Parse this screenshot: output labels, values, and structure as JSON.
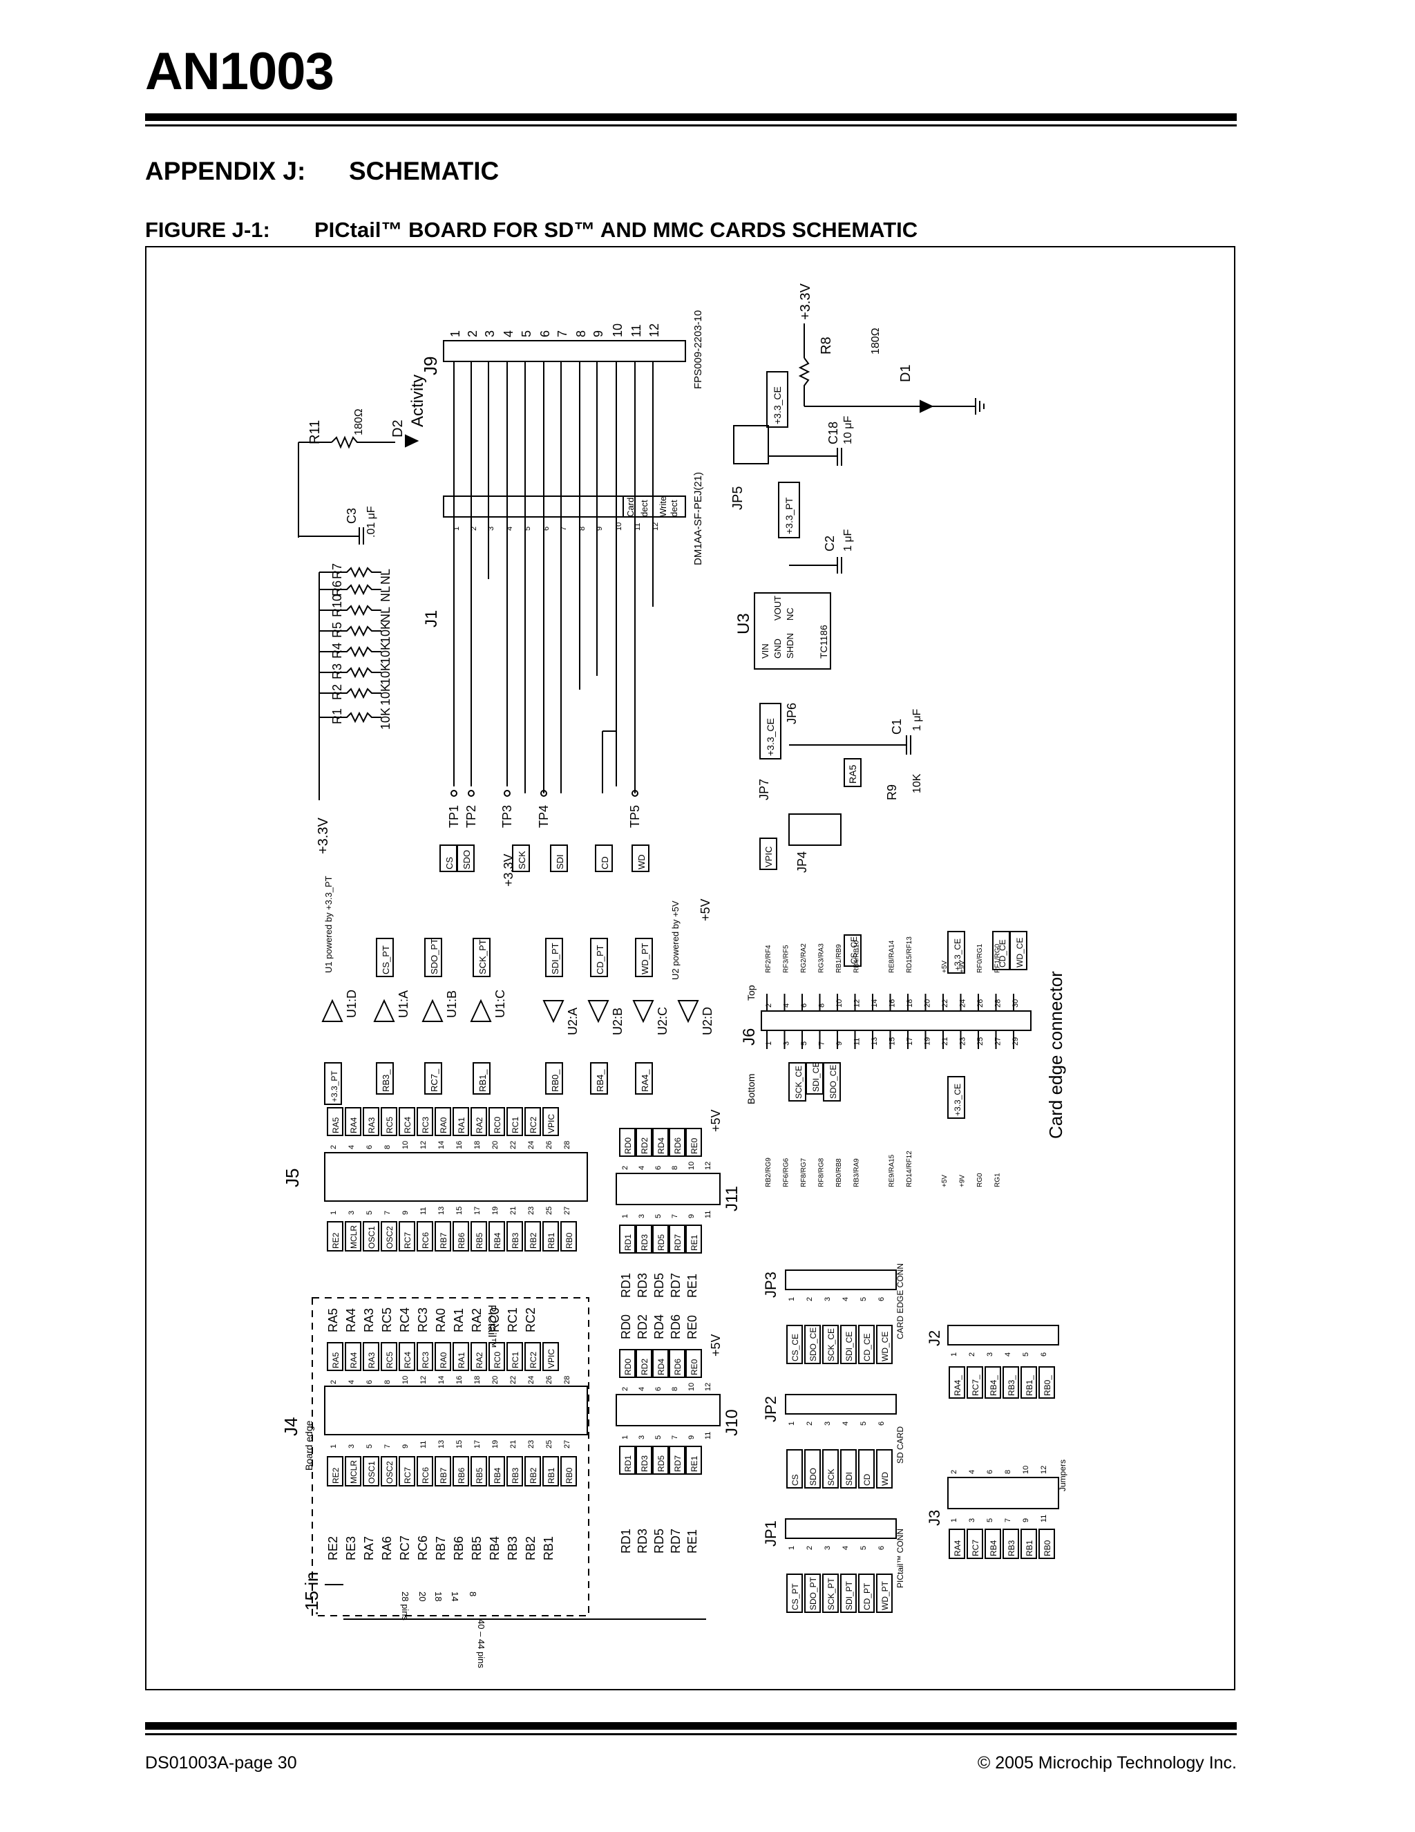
{
  "header": {
    "doc_id": "AN1003"
  },
  "appendix": {
    "label": "APPENDIX J:",
    "title": "SCHEMATIC"
  },
  "figure": {
    "label": "FIGURE J-1:",
    "title": "PICtail™ BOARD FOR SD™ AND MMC CARDS SCHEMATIC"
  },
  "schematic": {
    "supply_3v3": "+3.3V",
    "supply_5v": "+5V",
    "j9": {
      "ref": "J9",
      "part": "FPS009-2203-10",
      "pins": [
        "1",
        "2",
        "3",
        "4",
        "5",
        "6",
        "7",
        "8",
        "9",
        "10",
        "11",
        "12"
      ]
    },
    "j1": {
      "ref": "J1",
      "part": "DM1AA-SF-PEJ(21)",
      "pins": [
        "1",
        "2",
        "3",
        "4",
        "5",
        "6",
        "7",
        "8",
        "9",
        "10",
        "11",
        "12"
      ],
      "inner": [
        "Card",
        "dect",
        "Write",
        "dect"
      ]
    },
    "activity": "Activity",
    "d2": "D2",
    "d1": "D1",
    "r11": {
      "ref": "R11",
      "value": "180Ω"
    },
    "r8": {
      "ref": "R8",
      "value": "180Ω"
    },
    "c3": {
      "ref": "C3",
      "value": ".01 μF"
    },
    "pullups": [
      {
        "ref": "R7",
        "value": "NL"
      },
      {
        "ref": "R6",
        "value": "NL"
      },
      {
        "ref": "R10",
        "value": "NL"
      },
      {
        "ref": "R5",
        "value": "10K"
      },
      {
        "ref": "R4",
        "value": "10K"
      },
      {
        "ref": "R3",
        "value": "10K"
      },
      {
        "ref": "R2",
        "value": "10K"
      },
      {
        "ref": "R1",
        "value": "10K"
      }
    ],
    "test_points": [
      "TP1",
      "TP2",
      "TP3",
      "TP4",
      "TP5"
    ],
    "sd_nets": [
      "CS",
      "SDO",
      "SCK",
      "SDI",
      "CD",
      "WD"
    ],
    "jp5": "JP5",
    "jp6": "JP6",
    "jp7": "JP7",
    "jp4": "JP4",
    "ce_3v3": "+3.3_CE",
    "pt_3v3": "+3.3_PT",
    "c18": {
      "ref": "C18",
      "value": "10 μF"
    },
    "c2": {
      "ref": "C2",
      "value": "1 μF"
    },
    "c1": {
      "ref": "C1",
      "value": "1 μF"
    },
    "r9": {
      "ref": "R9",
      "value": "10K"
    },
    "u3": {
      "ref": "U3",
      "part": "TC1186",
      "pins": [
        "VIN",
        "GND",
        "SHDN",
        "VOUT",
        "NC"
      ]
    },
    "ra5": "RA5",
    "vpic": "VPIC",
    "u1_note": "U1 powered by +3.3_PT",
    "u2_note": "U2 powered by +5V",
    "u1_gates": [
      "U1:D",
      "U1:A",
      "U1:B",
      "U1:C"
    ],
    "u2_gates": [
      "U2:A",
      "U2:B",
      "U2:C",
      "U2:D"
    ],
    "u1_out": [
      "CS_PT",
      "SDO_PT",
      "SCK_PT"
    ],
    "u1_in": [
      "RB3_",
      "RC7_",
      "RB1_"
    ],
    "u2_out": [
      "RB0_",
      "RB4_",
      "RA4_"
    ],
    "u2_in": [
      "SDI_PT",
      "CD_PT",
      "WD_PT"
    ],
    "j6": {
      "ref": "J6",
      "title": "Card edge connector",
      "top": "Top",
      "bottom": "Bottom",
      "even_pins": [
        "2",
        "4",
        "6",
        "8",
        "10",
        "12",
        "14",
        "16",
        "18",
        "20",
        "22",
        "24",
        "26",
        "28",
        "30"
      ],
      "odd_pins": [
        "1",
        "3",
        "5",
        "7",
        "9",
        "11",
        "13",
        "15",
        "17",
        "19",
        "21",
        "23",
        "25",
        "27",
        "29"
      ],
      "top_labels": [
        "RF2/RF4",
        "RF3/RF5",
        "RG2/RA2",
        "RG3/RA3",
        "RB1/RB9",
        "RB4/RB10",
        "",
        "RE8/RA14",
        "RD15/RF13",
        "",
        "+5V",
        "+9V",
        "RF0/RG1",
        "RF1/RG0",
        ""
      ],
      "bottom_labels": [
        "RB2/RG9",
        "RF6/RG6",
        "RF8/RG7",
        "RF8/RG8",
        "RB0/RB8",
        "RB3/RA9",
        "",
        "RE9/RA15",
        "RD14/RF12",
        "",
        "+5V",
        "+9V",
        "RG0",
        "RG1",
        ""
      ],
      "ce_top": [
        "CS_CE",
        "+3.3_CE",
        "CD_CE",
        "WD_CE"
      ],
      "ce_bottom": [
        "SCK_CE",
        "SDI_CE",
        "SDO_CE",
        "+3.3_CE"
      ]
    },
    "j5": {
      "ref": "J5",
      "even_pins": [
        "2",
        "4",
        "6",
        "8",
        "10",
        "12",
        "14",
        "16",
        "18",
        "20",
        "22",
        "24",
        "26",
        "28"
      ],
      "odd_pins": [
        "1",
        "3",
        "5",
        "7",
        "9",
        "11",
        "13",
        "15",
        "17",
        "19",
        "21",
        "23",
        "25",
        "27"
      ],
      "top_nets": [
        "RA5",
        "RA4",
        "RA3",
        "RC5",
        "RC4",
        "RC3",
        "RA0",
        "RA1",
        "RA2",
        "RC0",
        "RC1",
        "RC2",
        "VPIC",
        ""
      ],
      "bottom_nets": [
        "RE2",
        "MCLR",
        "OSC1",
        "OSC2",
        "RC7",
        "RC6",
        "RB7",
        "RB6",
        "RB5",
        "RB4",
        "RB3",
        "RB2",
        "RB1",
        "RB0"
      ]
    },
    "j4": {
      "ref": "J4",
      "board_edge": "Board edge"
    },
    "j11": {
      "ref": "J11",
      "even_pins": [
        "2",
        "4",
        "6",
        "8",
        "10",
        "12"
      ],
      "odd_pins": [
        "1",
        "3",
        "5",
        "7",
        "9",
        "11"
      ],
      "top_nets": [
        "RD0",
        "RD2",
        "RD4",
        "RD6",
        "RE0"
      ],
      "bottom_nets": [
        "RD1",
        "RD3",
        "RD5",
        "RD7",
        "RE1"
      ]
    },
    "j10": {
      "ref": "J10"
    },
    "pictail": "PICtail™",
    "pic_top": [
      "RA5",
      "RA4",
      "RA3",
      "RC5",
      "RC4",
      "RC3",
      "RA0",
      "RA1",
      "RA2",
      "RC0",
      "RC1",
      "RC2"
    ],
    "rd_top": [
      "RD0",
      "RD2",
      "RD4",
      "RD6",
      "RE0"
    ],
    "rd_bottom": [
      "RD1",
      "RD3",
      "RD5",
      "RD7",
      "RE1"
    ],
    "bottom_sig": [
      "RE2",
      "RE3",
      "RA7",
      "RA6",
      "RC7",
      "RC6",
      "RB7",
      "RB6",
      "RB5",
      "RB4",
      "RB3",
      "RB2",
      "RB1"
    ],
    "pin_groups": [
      "28 pins",
      "20",
      "18",
      "14",
      "8",
      "40 – 44 pins"
    ],
    "dim": ".15 in",
    "jp3": {
      "ref": "JP3",
      "title": "CARD EDGE CONN",
      "nets": [
        "CS_CE",
        "SDO_CE",
        "SCK_CE",
        "SDI_CE",
        "CD_CE",
        "WD_CE"
      ]
    },
    "jp2": {
      "ref": "JP2",
      "title": "SD CARD",
      "nets": [
        "CS",
        "SDO",
        "SCK",
        "SDI",
        "CD",
        "WD"
      ]
    },
    "jp1": {
      "ref": "JP1",
      "title": "PICtail™ CONN",
      "nets": [
        "CS_PT",
        "SDO_PT",
        "SCK_PT",
        "SDI_PT",
        "CD_PT",
        "WD_PT"
      ]
    },
    "j2": {
      "ref": "J2",
      "nets": [
        "RA4_",
        "RC7_",
        "RB4_",
        "RB3_",
        "RB1_",
        "RB0_"
      ]
    },
    "j3": {
      "ref": "J3",
      "title": "Jumpers",
      "nets": [
        "RA4",
        "RC7",
        "RB4",
        "RB3",
        "RB1",
        "RB0"
      ]
    },
    "six_pins": [
      "1",
      "2",
      "3",
      "4",
      "5",
      "6"
    ],
    "twelve_even": [
      "2",
      "4",
      "6",
      "8",
      "10",
      "12"
    ],
    "twelve_odd": [
      "1",
      "3",
      "5",
      "7",
      "9",
      "11"
    ]
  },
  "footer": {
    "left": "DS01003A-page 30",
    "right": "© 2005 Microchip Technology Inc."
  }
}
